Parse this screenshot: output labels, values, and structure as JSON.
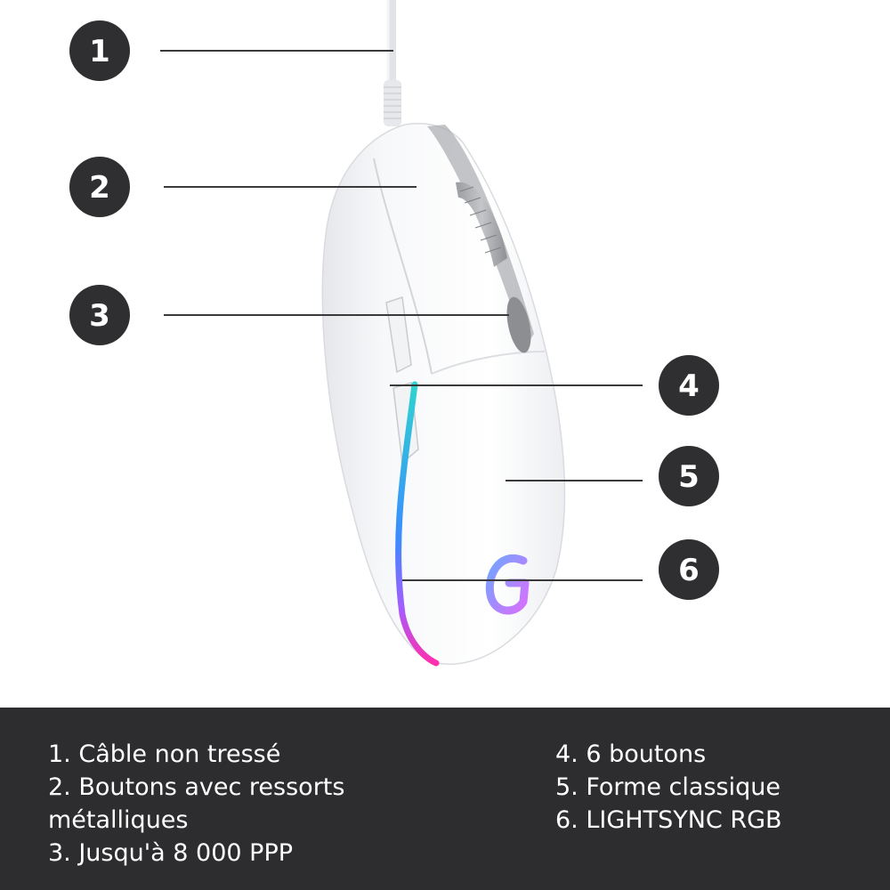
{
  "colors": {
    "badge": "#2f2f31",
    "leader_line": "#3a3a3a",
    "legend_background": "#2d2d2f",
    "legend_text": "#ffffff",
    "rgb_strip_top": "#2fd3d0",
    "rgb_strip_mid": "#3a8cff",
    "rgb_strip_bottom": "#ff2fae"
  },
  "callouts": [
    {
      "number": "1"
    },
    {
      "number": "2"
    },
    {
      "number": "3"
    },
    {
      "number": "4"
    },
    {
      "number": "5"
    },
    {
      "number": "6"
    }
  ],
  "legend": {
    "left": [
      "1. Câble non tressé",
      "2. Boutons avec ressorts",
      "métalliques",
      "3. Jusqu'à 8 000 PPP"
    ],
    "right": [
      "4. 6 boutons",
      "5. Forme classique",
      "6. LIGHTSYNC RGB"
    ]
  },
  "icons": {
    "logo": "logitech-g-logo-icon"
  }
}
